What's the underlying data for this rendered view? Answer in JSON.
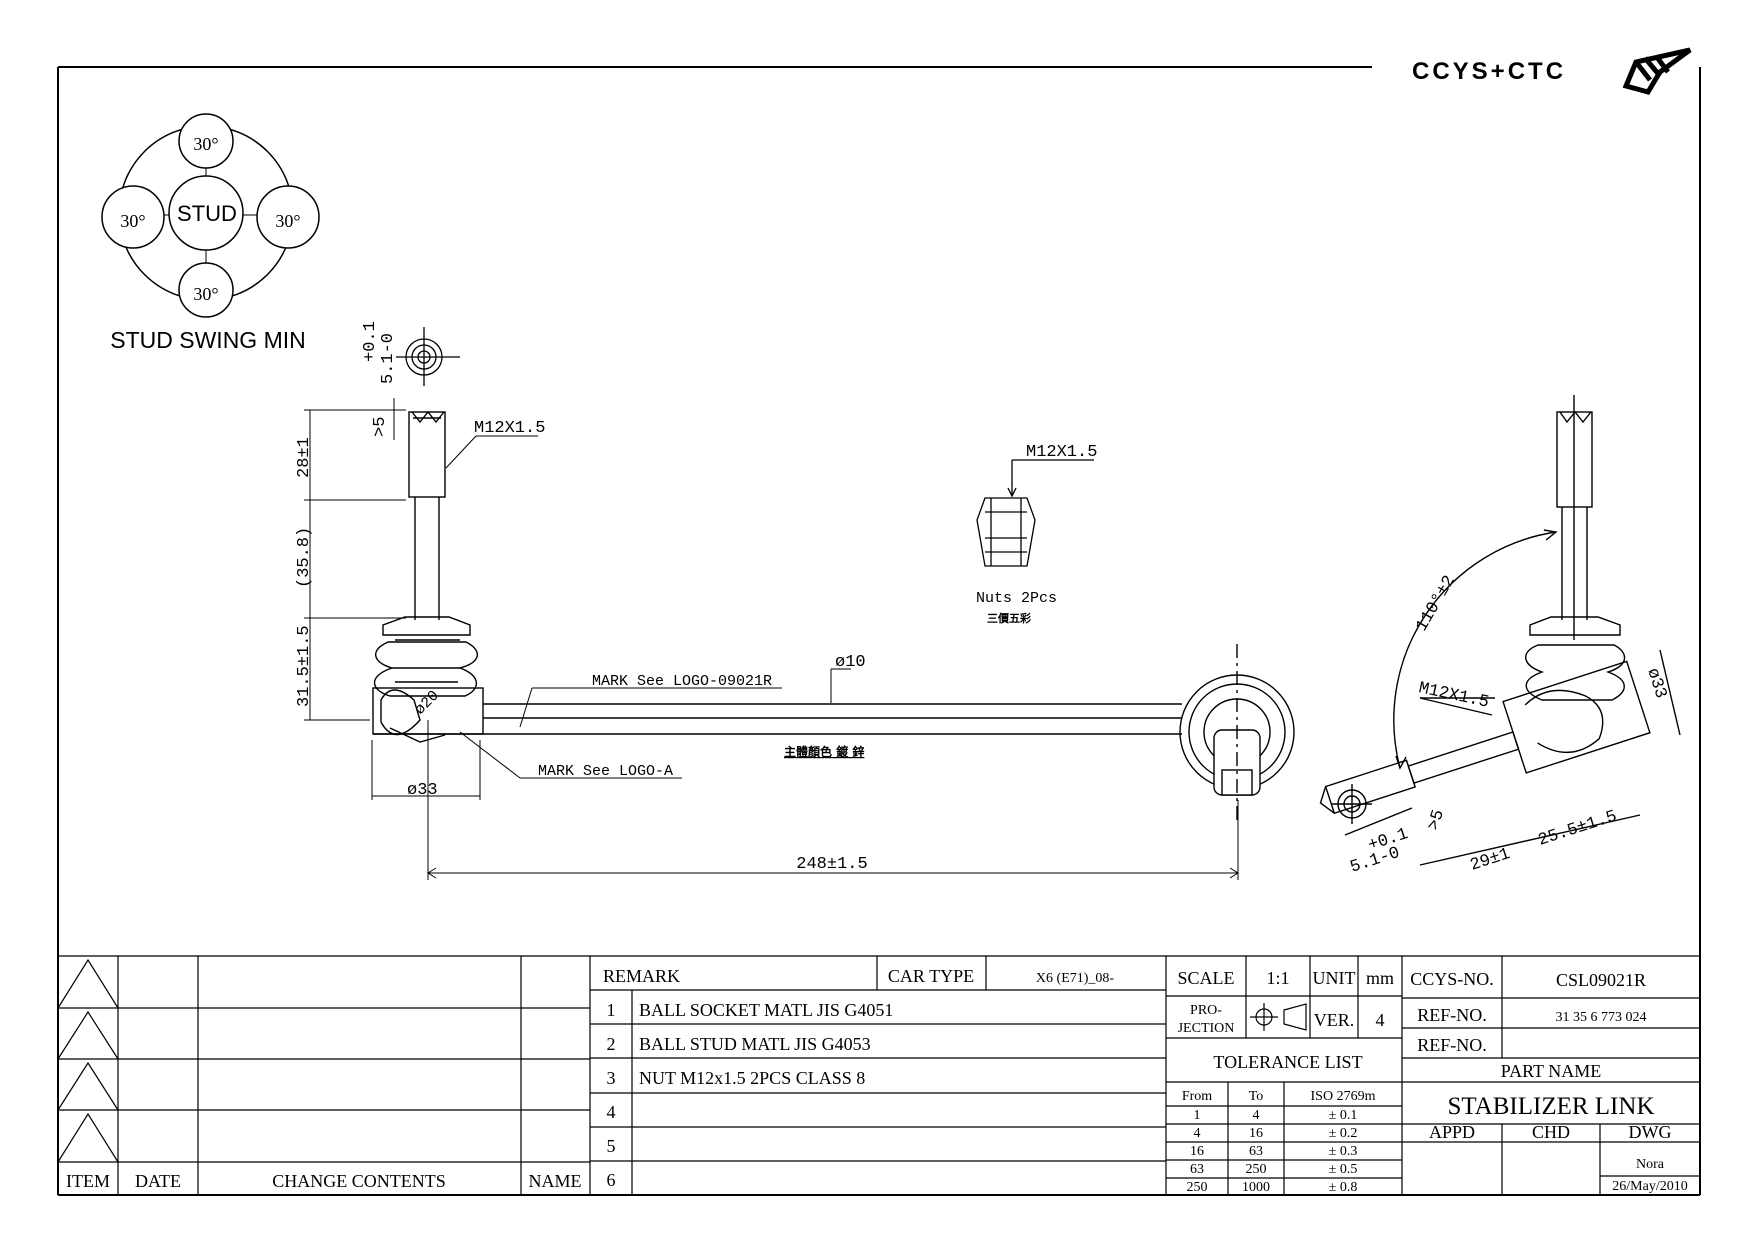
{
  "brand": {
    "logo_text": "CCYS+CTC"
  },
  "swing": {
    "center": "STUD",
    "top": "30°",
    "left": "30°",
    "right": "30°",
    "bottom": "30°",
    "caption": "STUD SWING MIN"
  },
  "dims": {
    "tol_top": "+0.1",
    "tol_bottom": "5.1-0",
    "gt5": ">5",
    "thread": "M12X1.5",
    "d28": "28±1",
    "d358": "(35.8)",
    "d315": "31.5±1.5",
    "phi33": "ø33",
    "phi10": "ø10",
    "phi20": "ø20",
    "length": "248±1.5",
    "mark_logo1": "MARK See LOGO-09021R",
    "mark_logo2": "MARK See LOGO-A",
    "cn_note": "主體顏色 鍍 鋅",
    "nut_thread": "M12X1.5",
    "nuts": "Nuts 2Pcs",
    "nuts_cn": "三價五彩",
    "angle": "110°±2",
    "r_thread": "M12X1.5",
    "r_phi33": "ø33",
    "r_gt5": ">5",
    "r_29": "29±1",
    "r_255": "25.5±1.5",
    "r_tol_top": "+0.1",
    "r_tol_bottom": "5.1-0"
  },
  "revisions": {
    "headers": {
      "item": "ITEM",
      "date": "DATE",
      "contents": "CHANGE CONTENTS",
      "name": "NAME"
    }
  },
  "remarks": {
    "header": "REMARK",
    "car_type_label": "CAR TYPE",
    "car_type": "X6 (E71)_08-",
    "rows": [
      {
        "no": "1",
        "text": "BALL SOCKET MATL JIS G4051"
      },
      {
        "no": "2",
        "text": "BALL STUD MATL JIS G4053"
      },
      {
        "no": "3",
        "text": "NUT M12x1.5 2PCS CLASS 8"
      },
      {
        "no": "4",
        "text": ""
      },
      {
        "no": "5",
        "text": ""
      },
      {
        "no": "6",
        "text": ""
      }
    ]
  },
  "spec": {
    "scale_label": "SCALE",
    "scale": "1:1",
    "unit_label": "UNIT",
    "unit": "mm",
    "projection_1": "PRO-",
    "projection_2": "JECTION",
    "ver_label": "VER.",
    "ver": "4",
    "tolerance_title": "TOLERANCE LIST",
    "tol_headers": {
      "from": "From",
      "to": "To",
      "iso": "ISO 2769m"
    },
    "tol_rows": [
      {
        "from": "1",
        "to": "4",
        "tol": "± 0.1"
      },
      {
        "from": "4",
        "to": "16",
        "tol": "± 0.2"
      },
      {
        "from": "16",
        "to": "63",
        "tol": "± 0.3"
      },
      {
        "from": "63",
        "to": "250",
        "tol": "± 0.5"
      },
      {
        "from": "250",
        "to": "1000",
        "tol": "± 0.8"
      }
    ]
  },
  "title": {
    "ccys_label": "CCYS-NO.",
    "ccys_no": "CSL09021R",
    "ref_label": "REF-NO.",
    "ref_no": "31 35 6 773 024",
    "ref_label2": "REF-NO.",
    "ref_no2": "",
    "part_name_label": "PART NAME",
    "part_name": "STABILIZER LINK",
    "appd": "APPD",
    "chd": "CHD",
    "dwg": "DWG",
    "dwg_name": "Nora",
    "date": "26/May/2010"
  }
}
